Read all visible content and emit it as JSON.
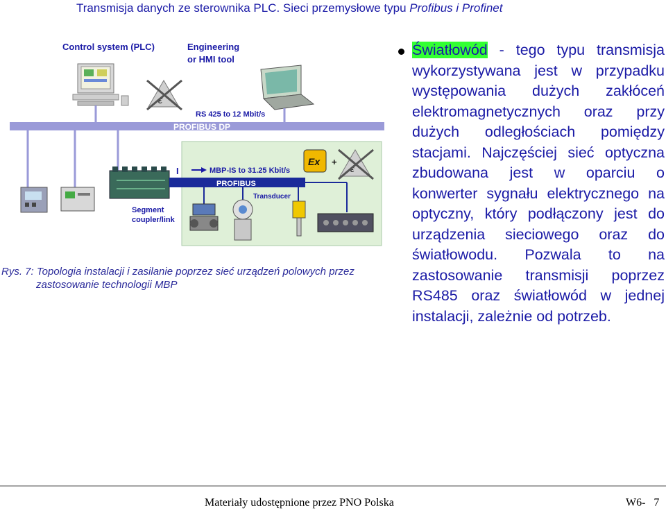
{
  "header": {
    "prefix": "Transmisja danych ze sterownika PLC. Sieci przemysłowe typu ",
    "italic": "Profibus i Profinet"
  },
  "figure": {
    "labels": {
      "control_system": "Control system (PLC)",
      "engineering_1": "Engineering",
      "engineering_2": "or HMI tool",
      "rs425": "RS 425 to 12 Mbit/s",
      "profibus_dp": "PROFIBUS DP",
      "mbp": "MBP-IS to 31.25 Kbit/s",
      "profibus": "PROFIBUS",
      "transducer": "Transducer",
      "segment_1": "Segment",
      "segment_2": "coupler/link",
      "ex": "Ex",
      "plus": "+"
    },
    "caption_line1": "Rys. 7: Topologia instalacji i zasilanie poprzez sieć urządzeń polowych przez",
    "caption_line2": "zastosowanie technologii MBP"
  },
  "bullet": {
    "highlight": "Światłowód",
    "rest": " - tego typu transmisja wykorzystywana jest w przypadku występowania dużych zakłóceń elektromagnetycznych oraz przy dużych odległościach pomiędzy stacjami. Najczęściej sieć optyczna zbudowana jest w oparciu o konwerter sygnału elektrycznego na optyczny, który podłączony jest do urządzenia sieciowego oraz do światłowodu. Pozwala to na zastosowanie transmisji poprzez RS485 oraz światłowód w jednej instalacji, zależnie od potrzeb."
  },
  "footer": {
    "left": "Materiały udostępnione przez PNO Polska",
    "right": "W6-   7"
  }
}
